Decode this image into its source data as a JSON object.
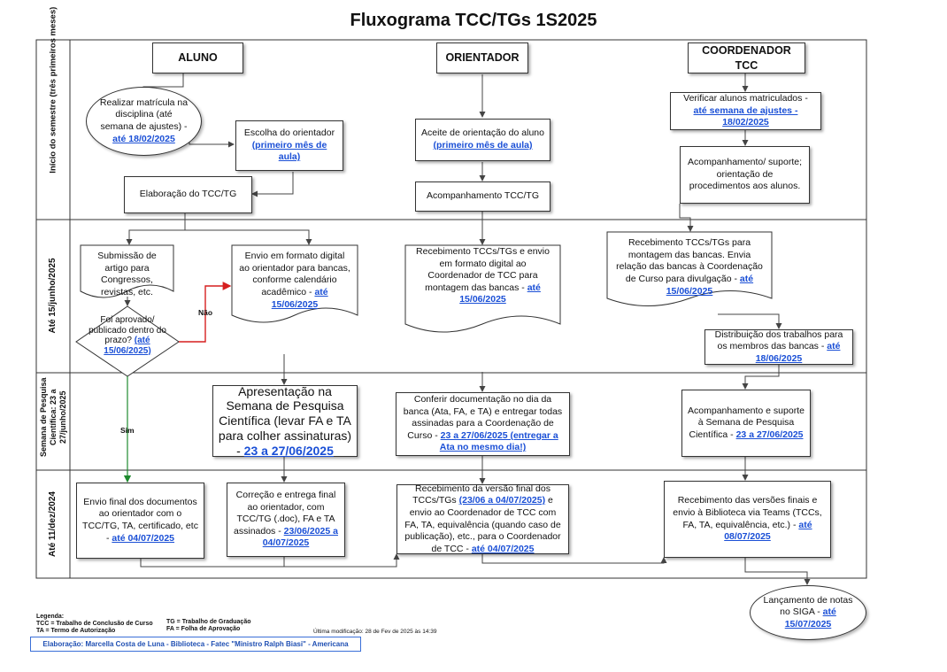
{
  "title": "Fluxograma TCC/TGs 1S2025",
  "lanes": [
    {
      "id": "lane-1",
      "label": "Início do semestre (três primeiros meses)"
    },
    {
      "id": "lane-2",
      "label": "Até 15/junho/2025"
    },
    {
      "id": "lane-3",
      "label": "Semana de Pesquisa Científica: 23 a 27/junho/2025"
    },
    {
      "id": "lane-4",
      "label": "Até 11/dez/2024"
    }
  ],
  "headers": {
    "aluno": "ALUNO",
    "orientador": "ORIENTADOR",
    "coordenador": "COORDENADOR TCC"
  },
  "nodes": {
    "matricula": {
      "text": "Realizar matrícula na disciplina (até semana de ajustes) - ",
      "link": "até 18/02/2025"
    },
    "escolha": {
      "text": "Escolha do orientador",
      "link": "(primeiro mês de aula)"
    },
    "elaboracao": {
      "text": "Elaboração do TCC/TG"
    },
    "aceite": {
      "text": "Aceite de orientação do aluno",
      "link": "(primeiro mês de aula)"
    },
    "acompanhamento_tcc": {
      "text": "Acompanhamento TCC/TG"
    },
    "verificar": {
      "text": "Verificar alunos matriculados - ",
      "link": "até semana de ajustes - 18/02/2025"
    },
    "suporte": {
      "text": "Acompanhamento/ suporte; orientação de procedimentos aos alunos."
    },
    "submissao": {
      "text": "Submissão de artigo para Congressos, revistas, etc."
    },
    "foi_aprovado": {
      "text": "Foi aprovado/ publicado dentro do prazo? ",
      "link": "(até 15/06/2025)"
    },
    "envio_digital": {
      "text": "Envio em formato digital ao orientador para bancas, conforme calendário acadêmico - ",
      "link": "até 15/06/2025"
    },
    "recebimento_orient": {
      "text": "Recebimento TCCs/TGs e envio em formato digital ao Coordenador de TCC para montagem das bancas - ",
      "link": "até 15/06/2025"
    },
    "recebimento_coord": {
      "text": "Recebimento TCCs/TGs para montagem das bancas.  Envia relação das bancas à Coordenação de Curso para divulgação - ",
      "link": "até 15/06/2025"
    },
    "distribuicao": {
      "text": "Distribuição dos trabalhos para os membros das bancas - ",
      "link": "até 18/06/2025"
    },
    "apresentacao": {
      "text": "Apresentação na Semana de Pesquisa Científica (levar FA e TA para colher assinaturas) - ",
      "link": "23 a 27/06/2025"
    },
    "conferir": {
      "text": "Conferir documentação no dia da banca (Ata, FA, e TA) e entregar todas assinadas para a Coordenação de Curso - ",
      "link": "23 a 27/06/2025 (entregar a Ata no mesmo dia!)"
    },
    "acompanhamento_semana": {
      "text": "Acompanhamento e suporte à Semana de Pesquisa Científica - ",
      "link": "23 a 27/06/2025"
    },
    "envio_final": {
      "text": "Envio final dos documentos ao orientador com o TCC/TG, TA, certificado, etc - ",
      "link": "até 04/07/2025"
    },
    "correcao": {
      "text": "Correção e entrega final ao orientador, com TCC/TG (.doc), FA e TA assinados - ",
      "link": "23/06/2025 a 04/07/2025"
    },
    "recebimento_final": {
      "text": "Recebimento da versão final dos TCCs/TGs ",
      "link": "(23/06 a 04/07/2025)",
      "text2": " e envio ao Coordenador de TCC com FA, TA, equivalência (quando caso de publicação), etc., para o Coordenador de TCC  - ",
      "link2": "até 04/07/2025"
    },
    "recebimento_versoes": {
      "text": "Recebimento das versões finais e envio à Biblioteca via Teams (TCCs, FA, TA, equivalência, etc.) - ",
      "link": "até 08/07/2025"
    },
    "lancamento": {
      "text": "Lançamento de notas no SIGA - ",
      "link": "até 15/07/2025"
    }
  },
  "edge_labels": {
    "nao": "Não",
    "sim": "Sim"
  },
  "legend": {
    "title": "Legenda:",
    "tcc": "TCC = Trabalho de Conclusão de Curso",
    "ta": "TA = Termo de Autorização",
    "tg": "TG = Trabalho de Graduação",
    "fa": "FA = Folha de Aprovação"
  },
  "modified": "Última modificação:    28 de Fev de 2025 às 14:39",
  "credit": "Elaboração: Marcella Costa de Luna - Biblioteca - Fatec \"Ministro Ralph Biasi\" - Americana",
  "colors": {
    "link": "#1a4fd6",
    "no_arrow": "#d61f1f",
    "yes_arrow": "#1e8a2e",
    "credit": "#1f4fb3"
  }
}
